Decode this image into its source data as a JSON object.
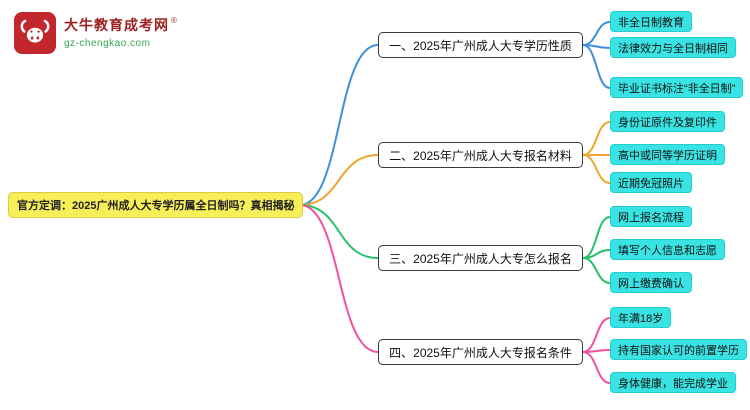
{
  "logo": {
    "title": "大牛教育成考网",
    "registered_mark": "®",
    "domain": "gz-chengkao.com",
    "icon": "bull-icon",
    "icon_bg": "#c1272d",
    "title_color": "#9e1f1f",
    "domain_color": "#2fa84f"
  },
  "mindmap": {
    "root": {
      "label": "官方定调：2025广州成人大专学历属全日制吗？真相揭秘",
      "bg": "#f7ef5a"
    },
    "child_bg": "#3ae3e3",
    "branches": [
      {
        "label": "一、2025年广州成人大专学历性质",
        "color": "#3f8fd6",
        "children": [
          "非全日制教育",
          "法律效力与全日制相同",
          "毕业证书标注“非全日制”"
        ]
      },
      {
        "label": "二、2025年广州成人大专报名材料",
        "color": "#f0a62f",
        "children": [
          "身份证原件及复印件",
          "高中或同等学历证明",
          "近期免冠照片"
        ]
      },
      {
        "label": "三、2025年广州成人大专怎么报名",
        "color": "#27c06c",
        "children": [
          "网上报名流程",
          "填写个人信息和志愿",
          "网上缴费确认"
        ]
      },
      {
        "label": "四、2025年广州成人大专报名条件",
        "color": "#f2509e",
        "children": [
          "年满18岁",
          "持有国家认可的前置学历",
          "身体健康，能完成学业"
        ]
      }
    ]
  }
}
